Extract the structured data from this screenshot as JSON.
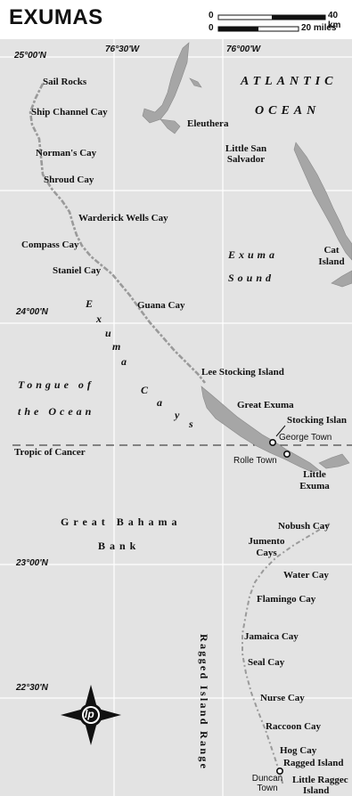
{
  "title": "EXUMAS",
  "scale": {
    "zero_top": "0",
    "zero_bottom": "0",
    "km": "40 km",
    "miles": "20 miles"
  },
  "coords": {
    "lat_25": "25°00'N",
    "lat_24": "24°00'N",
    "lat_23": "23°00'N",
    "lat_2230": "22°30'N",
    "lon_7630": "76°30'W",
    "lon_76": "76°00'W"
  },
  "water": {
    "atlantic": "ATLANTIC",
    "ocean": "OCEAN",
    "exuma_sound_1": "Exuma",
    "exuma_sound_2": "Sound",
    "tongue_1": "Tongue of",
    "tongue_2": "the Ocean",
    "great_bahama_1": "Great Bahama",
    "great_bahama_2": "Bank"
  },
  "islands": {
    "sail_rocks": "Sail Rocks",
    "ship_channel": "Ship Channel Cay",
    "normans": "Norman's Cay",
    "shroud": "Shroud Cay",
    "warderick": "Warderick Wells Cay",
    "compass": "Compass Cay",
    "staniel": "Staniel Cay",
    "guana": "Guana Cay",
    "lee_stocking": "Lee Stocking Island",
    "great_exuma": "Great Exuma",
    "stocking_island": "Stocking Islan",
    "little_exuma_1": "Little",
    "little_exuma_2": "Exuma",
    "eleuthera": "Eleuthera",
    "little_san_1": "Little San",
    "little_san_2": "Salvador",
    "cat_1": "Cat",
    "cat_2": "Island",
    "nobush": "Nobush Cay",
    "jumento_1": "Jumento",
    "jumento_2": "Cays",
    "water_cay": "Water Cay",
    "flamingo": "Flamingo Cay",
    "jamaica": "Jamaica Cay",
    "seal": "Seal Cay",
    "nurse": "Nurse Cay",
    "raccoon": "Raccoon Cay",
    "hog": "Hog Cay",
    "ragged_island": "Ragged Island",
    "little_ragged_1": "Little Raggec",
    "little_ragged_2": "Island"
  },
  "chains": {
    "exuma_cays": [
      "E",
      "x",
      "u",
      "m",
      "a",
      "C",
      "a",
      "y",
      "s"
    ],
    "ragged_range": [
      "R",
      "a",
      "g",
      "g",
      "e",
      "d",
      " ",
      "I",
      "s",
      "l",
      "a",
      "n",
      "d",
      " ",
      "R",
      "a",
      "n",
      "g",
      "e"
    ]
  },
  "towns": {
    "george_town": "George Town",
    "rolle_town": "Rolle Town",
    "duncan_1": "Duncan",
    "duncan_2": "Town"
  },
  "tropic": "Tropic of Cancer",
  "compass_label": "lp",
  "colors": {
    "water": "#e3e3e3",
    "land": "#a6a6a6",
    "land_edge": "#8a8a8a",
    "grid": "#ffffff"
  }
}
